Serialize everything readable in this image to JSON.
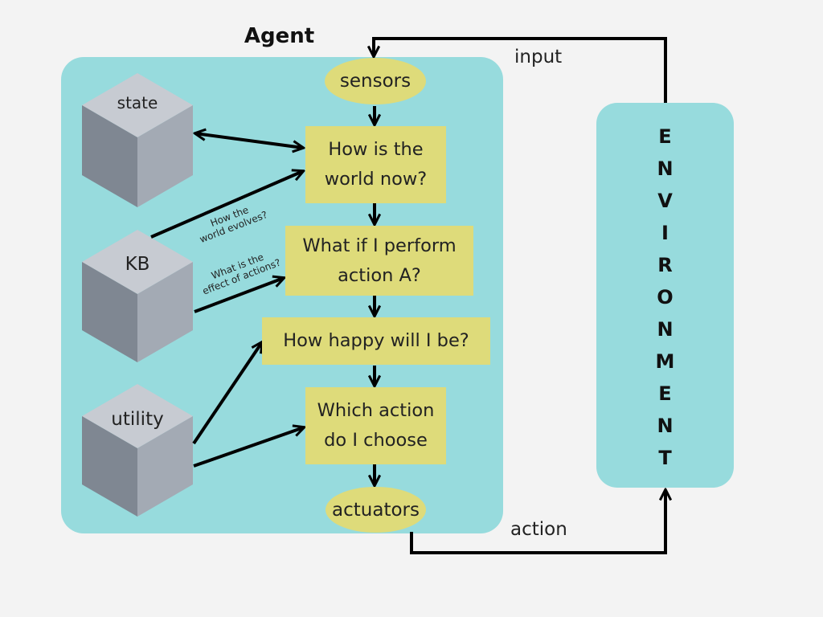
{
  "agent": {
    "title": "Agent",
    "sensors": "sensors",
    "actuators": "actuators",
    "steps": [
      "How is the world now?",
      "What if I perform action A?",
      "How happy will I be?",
      "Which action do I choose"
    ],
    "stores": [
      "state",
      "KB",
      "utility"
    ],
    "edge_labels": {
      "world_evolves": [
        "How the",
        "world evolves?"
      ],
      "effect_of_actions": [
        "What is the",
        "effect of actions?"
      ]
    }
  },
  "environment": {
    "letters": [
      "E",
      "N",
      "V",
      "I",
      "R",
      "O",
      "N",
      "M",
      "E",
      "N",
      "T"
    ]
  },
  "io": {
    "input": "input",
    "action": "action"
  },
  "colors": {
    "background": "#f3f3f3",
    "panel": "#97dbdd",
    "box": "#dedb7a",
    "cube_top": "#c7cbd2",
    "cube_left": "#7f8792",
    "cube_right": "#a3aab4",
    "arrow": "#000000"
  }
}
